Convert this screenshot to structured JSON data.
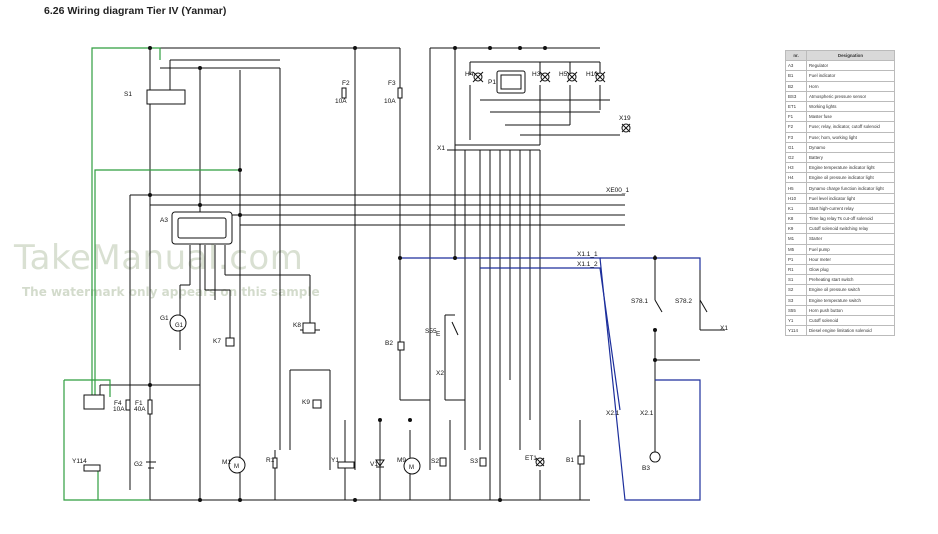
{
  "title": "6.26 Wiring diagram Tier IV (Yanmar)",
  "watermark": {
    "main": "TakeManual.com",
    "sub": "The watermark only appears on this sample"
  },
  "colors": {
    "ground_wire": "#2f9e3f",
    "ignition_wire": "#1d2f9c",
    "wire": "#111111"
  },
  "legend": {
    "header_nr": "nr.",
    "header_designation": "Designation",
    "rows": [
      {
        "code": "A3",
        "text": "Regulator"
      },
      {
        "code": "B1",
        "text": "Fuel indicator"
      },
      {
        "code": "B2",
        "text": "Horn"
      },
      {
        "code": "BS3",
        "text": "Atmospheric pressure sensor"
      },
      {
        "code": "ET1",
        "text": "Working lights"
      },
      {
        "code": "F1",
        "text": "Master fuse"
      },
      {
        "code": "F2",
        "text": "Fuse; relay, indicator, cutoff solenoid"
      },
      {
        "code": "F3",
        "text": "Fuse; horn, working light"
      },
      {
        "code": "G1",
        "text": "Dynamo"
      },
      {
        "code": "G2",
        "text": "Battery"
      },
      {
        "code": "H3",
        "text": "Engine temperature indicator light"
      },
      {
        "code": "H4",
        "text": "Engine oil pressure indicator light"
      },
      {
        "code": "H5",
        "text": "Dynamo charge function indicator light"
      },
      {
        "code": "H10",
        "text": "Fuel level indicator light"
      },
      {
        "code": "K1",
        "text": "Start high-current relay"
      },
      {
        "code": "K8",
        "text": "Time lag relay Ts cut-off solenoid"
      },
      {
        "code": "K9",
        "text": "Cutoff solenoid switching relay"
      },
      {
        "code": "M1",
        "text": "Starter"
      },
      {
        "code": "M5",
        "text": "Fuel pump"
      },
      {
        "code": "P1",
        "text": "Hour meter"
      },
      {
        "code": "R1",
        "text": "Glow plug"
      },
      {
        "code": "S1",
        "text": "Preheating start switch"
      },
      {
        "code": "S2",
        "text": "Engine oil pressure switch"
      },
      {
        "code": "S3",
        "text": "Engine temperature switch"
      },
      {
        "code": "S55",
        "text": "Horn push button"
      },
      {
        "code": "Y1",
        "text": "Cutoff solenoid"
      },
      {
        "code": "Y114",
        "text": "Diesel engine limitation solenoid"
      }
    ]
  },
  "labels": {
    "s1": "S1",
    "a3": "A3",
    "g1": "G1",
    "k7": "K7",
    "k8": "K8",
    "k9": "K9",
    "f4": "F4",
    "f4v": "10A",
    "f1": "F1",
    "f1v": "40A",
    "f2": "F2",
    "f2v": "10A",
    "f3": "F3",
    "f3v": "10A",
    "x1": "X1",
    "x19": "X19",
    "p1": "P1",
    "h4": "H4",
    "h3": "H3",
    "h5": "H5",
    "h10": "H10",
    "xe": "XE00_1",
    "x11": "X1.1_1",
    "x12": "X1.1_2",
    "s78a": "S78.1",
    "s78b": "S78.2",
    "x1r": "X1",
    "s55": "S55",
    "e": "E",
    "b2": "B2",
    "x2": "X2",
    "x21a": "X2.1",
    "x21b": "X2.1",
    "b3": "B3",
    "y114": "Y114",
    "g2": "G2",
    "m1": "M1",
    "m": "M",
    "m9": "M9",
    "r1": "R1",
    "y1": "Y1",
    "v1": "V1",
    "s2": "S2",
    "s3": "S3",
    "et1": "ET1",
    "b1": "B1"
  }
}
